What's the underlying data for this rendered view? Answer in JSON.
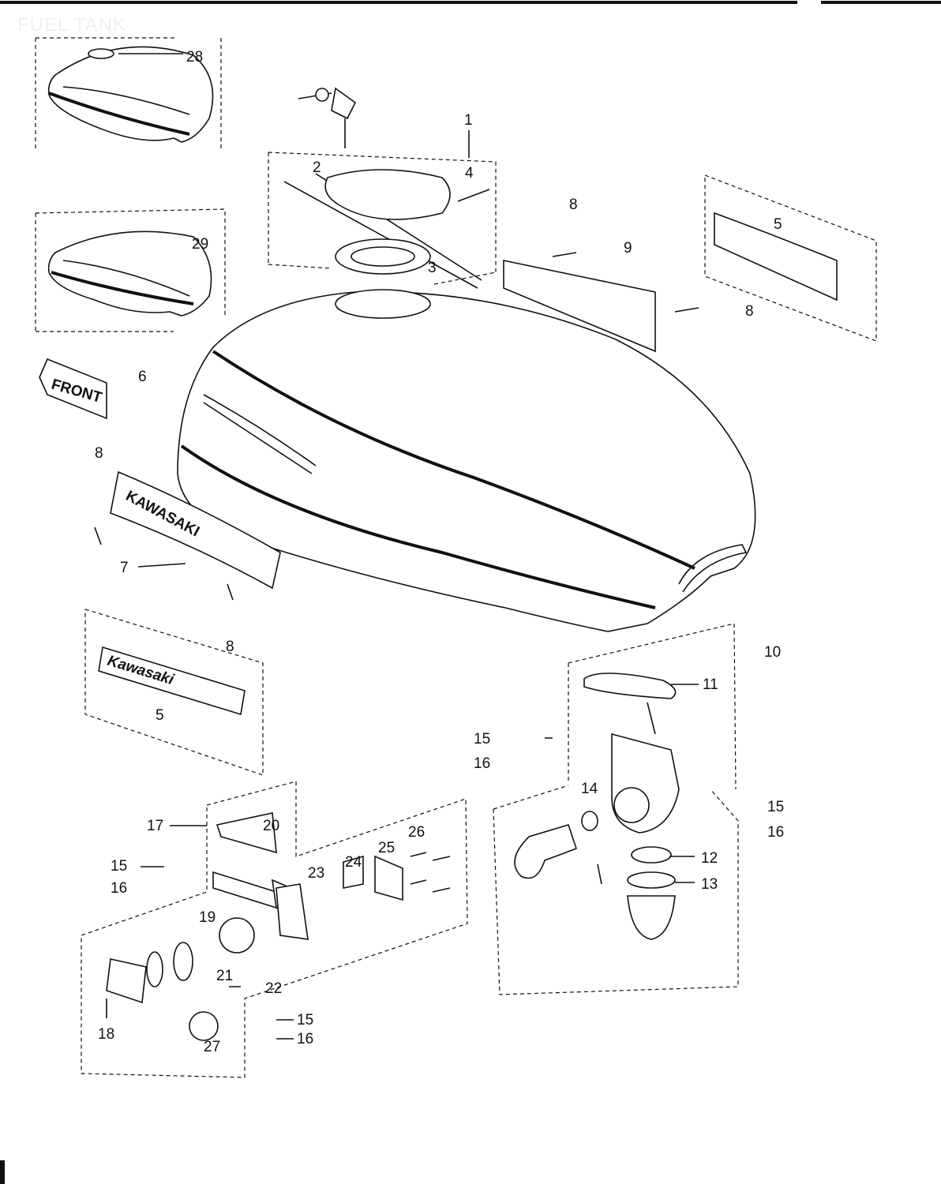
{
  "title": "FUEL TANK",
  "labels": [
    "28",
    "1",
    "2",
    "4",
    "8",
    "9",
    "5",
    "29",
    "3",
    "8",
    "6",
    "8",
    "7",
    "8",
    "5",
    "10",
    "11",
    "15",
    "16",
    "14",
    "15",
    "16",
    "17",
    "20",
    "26",
    "25",
    "24",
    "23",
    "15",
    "16",
    "12",
    "13",
    "19",
    "21",
    "22",
    "15",
    "16",
    "18",
    "27"
  ],
  "emblems": {
    "front": "FRONT",
    "kawasaki_side": "KAWASAKI",
    "kawasaki_badge": "Kawasaki"
  }
}
